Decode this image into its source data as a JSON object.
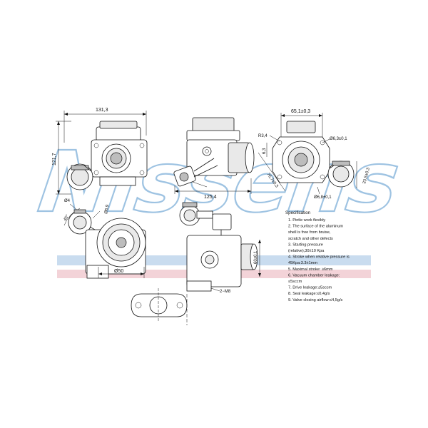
{
  "brand": {
    "watermark_text": "Nissens",
    "watermark_color": "#9ec3e2",
    "band_blue_color": "#c9dcef",
    "band_red_color": "#f3d3d8"
  },
  "dimensions": {
    "front_width": "131,3",
    "front_height": "121,7",
    "side_length": "125,4",
    "right_width": "65,1±0,3",
    "right_hole_1": "Ø6,3±0,1",
    "right_hole_2": "Ø6,8±0,1",
    "right_offset": "6,3",
    "right_angle_1": "R3,4",
    "right_angle_2": "76,7±0,3",
    "right_angle_3": "33,5±0,3",
    "bottom_left_phi4": "Ø4",
    "bottom_left_angle": "45°",
    "bottom_left_phi9": "Ø6,9",
    "bottom_left_phi50": "Ø50",
    "bottom_center_height": "60±0,1",
    "bottom_center_screw": "2−M8"
  },
  "specification": {
    "title": "Specification",
    "items": [
      "1.  Pintle work flexibly",
      "2.  The surface of the aluminum",
      "     shell is free from bruise,",
      "     scratch and other defects",
      "3.  Starting pressure",
      "     (relative),30±10  Kpa",
      "4.  Stroke when relative pressure is",
      "     45Kpa:3.3±1mm",
      "5.  Maximal stroke: ≥6mm",
      "6.  Vacuum chamber leakage:",
      "     ≤5sccm",
      "7.  Drive leakage:≤5sccm",
      "8.  Seal leakage:≤0,4g/s",
      "9.  Valve closing airflow:≤4,5g/s"
    ]
  }
}
